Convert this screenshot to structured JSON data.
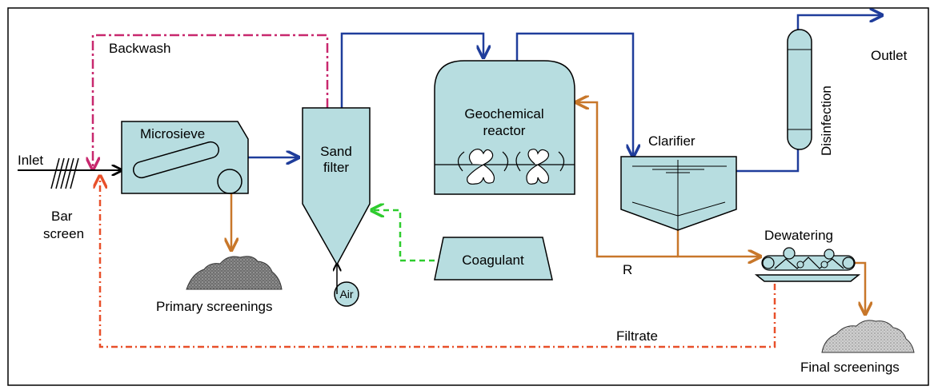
{
  "labels": {
    "inlet": "Inlet",
    "bar_screen_line1": "Bar",
    "bar_screen_line2": "screen",
    "backwash": "Backwash",
    "microsieve": "Microsieve",
    "primary_screenings": "Primary screenings",
    "sand_filter_line1": "Sand",
    "sand_filter_line2": "filter",
    "air": "Air",
    "coagulant": "Coagulant",
    "geochemical_line1": "Geochemical",
    "geochemical_line2": "reactor",
    "clarifier": "Clarifier",
    "disinfection": "Disinfection",
    "outlet": "Outlet",
    "dewatering": "Dewatering",
    "recycle": "R",
    "filtrate": "Filtrate",
    "final_screenings": "Final screenings"
  },
  "colors": {
    "unit_fill": "#b7dde0",
    "unit_stroke": "#000000",
    "main_flow": "#1f3d9b",
    "sludge_flow": "#c8772a",
    "backwash_flow": "#c8286e",
    "coagulant_flow": "#2ecc2e",
    "filtrate_flow": "#e8502a",
    "inlet_flow": "#000000",
    "screenings_fill": "#777777"
  }
}
